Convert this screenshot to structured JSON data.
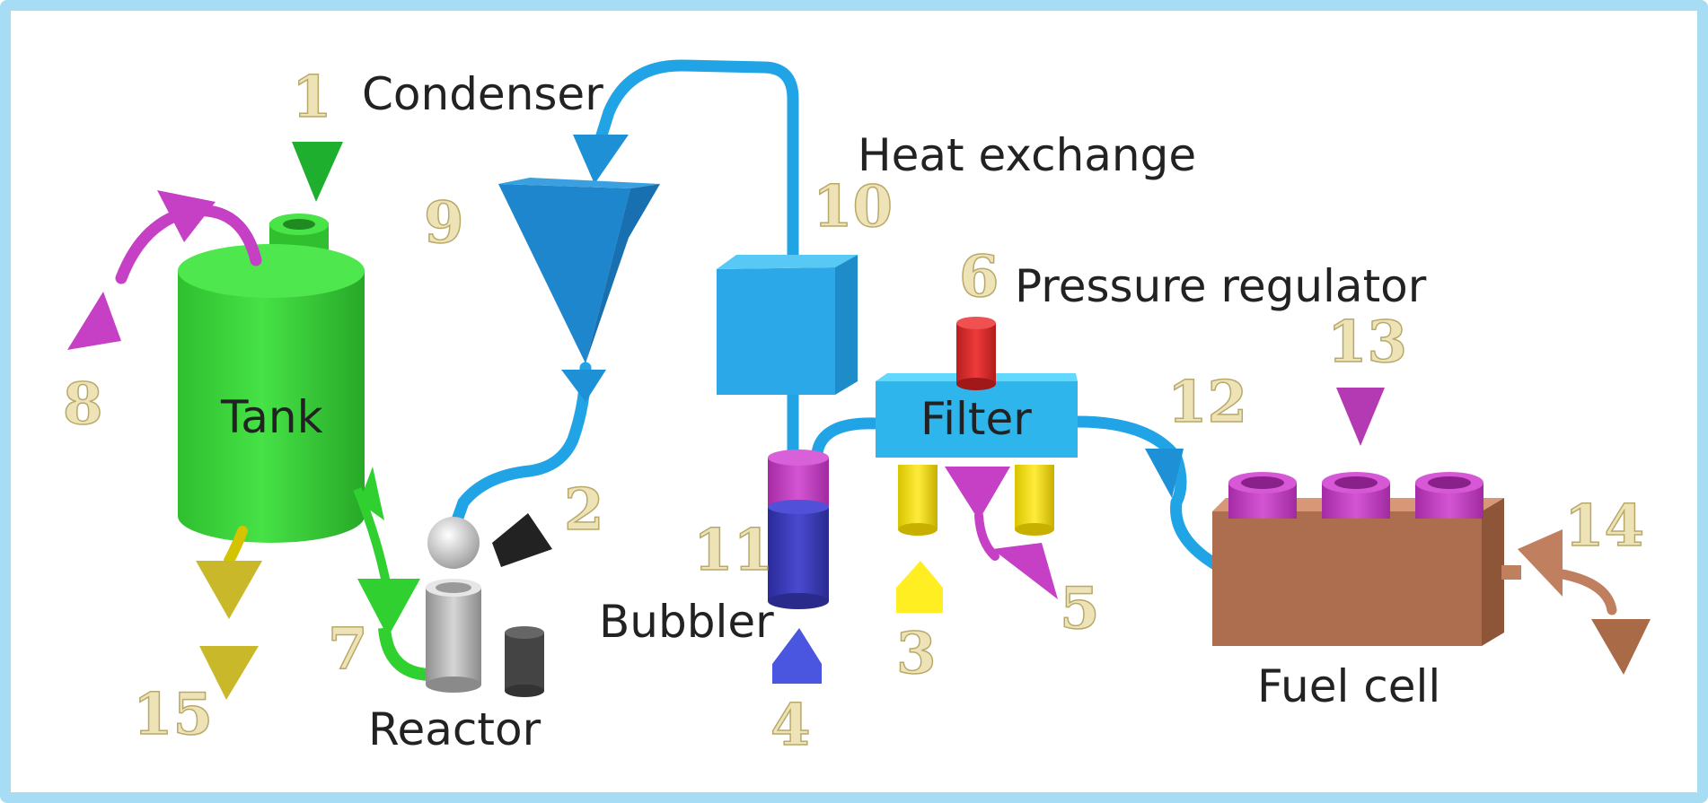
{
  "labels": {
    "condenser": "Condenser",
    "heat_exchange": "Heat exchange",
    "pressure_regulator": "Pressure regulator",
    "tank": "Tank",
    "filter": "Filter",
    "bubbler": "Bubbler",
    "reactor": "Reactor",
    "fuel_cell": "Fuel cell"
  },
  "numbers": {
    "n1": "1",
    "n2": "2",
    "n3": "3",
    "n4": "4",
    "n5": "5",
    "n6": "6",
    "n7": "7",
    "n8": "8",
    "n9": "9",
    "n10": "10",
    "n11": "11",
    "n12": "12",
    "n13": "13",
    "n14": "14",
    "n15": "15"
  },
  "colors": {
    "border": "#9fd8f2",
    "tank": "#3dd63d",
    "pipe": "#21a4e6",
    "condenser": "#1e86cc",
    "heat_exchanger": "#2aa8e8",
    "filter": "#35c4f4",
    "pressure_regulator": "#e02a2a",
    "filter_legs": "#f0dc1a",
    "bubbler_top": "#c040c0",
    "bubbler_body": "#3838b8",
    "fuel_cell": "#b07050",
    "fuel_cell_ports": "#c540c5",
    "reactor": "#b0b0b0",
    "purple_arrow": "#c640c6",
    "yellow_arrow": "#c9b82a",
    "black_arrow": "#222222",
    "number_fill": "#eee3b6"
  },
  "icons": [
    "tank-cylinder",
    "condenser-cone",
    "heat-exchanger-box",
    "filter-block",
    "bubbler-cylinder",
    "reactor-cylinder",
    "fuel-cell-block",
    "flow-arrow",
    "flow-pipe"
  ]
}
